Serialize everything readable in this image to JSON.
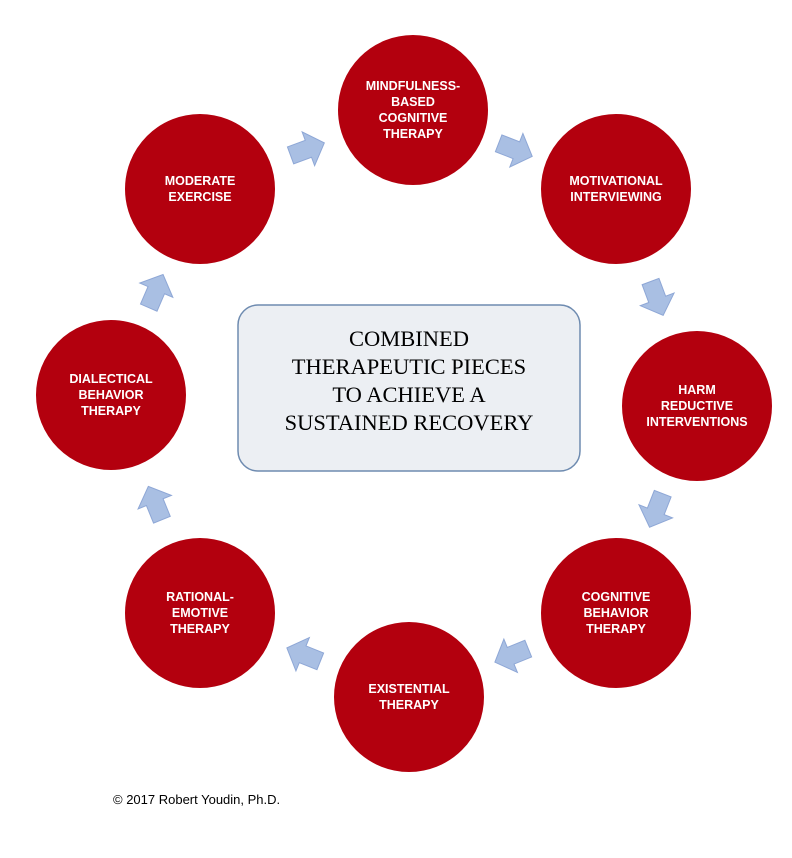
{
  "center": {
    "lines": [
      "COMBINED",
      "THERAPEUTIC PIECES",
      "TO ACHIEVE A",
      "SUSTAINED RECOVERY"
    ]
  },
  "nodes": [
    {
      "id": "mindfulness-based-cognitive-therapy",
      "lines": [
        "MINDFULNESS-",
        "BASED",
        "COGNITIVE",
        "THERAPY"
      ]
    },
    {
      "id": "motivational-interviewing",
      "lines": [
        "MOTIVATIONAL",
        "INTERVIEWING"
      ]
    },
    {
      "id": "harm-reductive-interventions",
      "lines": [
        "HARM",
        "REDUCTIVE",
        "INTERVENTIONS"
      ]
    },
    {
      "id": "cognitive-behavior-therapy",
      "lines": [
        "COGNITIVE",
        "BEHAVIOR",
        "THERAPY"
      ]
    },
    {
      "id": "existential-therapy",
      "lines": [
        "EXISTENTIAL",
        "THERAPY"
      ]
    },
    {
      "id": "rational-emotive-therapy",
      "lines": [
        "RATIONAL-",
        "EMOTIVE",
        "THERAPY"
      ]
    },
    {
      "id": "dialectical-behavior-therapy",
      "lines": [
        "DIALECTICAL",
        "BEHAVIOR",
        "THERAPY"
      ]
    },
    {
      "id": "moderate-exercise",
      "lines": [
        "MODERATE",
        "EXERCISE"
      ]
    }
  ],
  "colors": {
    "node_fill": "#b3000e",
    "arrow_fill": "#a9bfe3",
    "center_fill": "#eceff3",
    "center_border": "#6e8bb0"
  },
  "flow_direction": "clockwise",
  "copyright": "© 2017 Robert Youdin, Ph.D."
}
